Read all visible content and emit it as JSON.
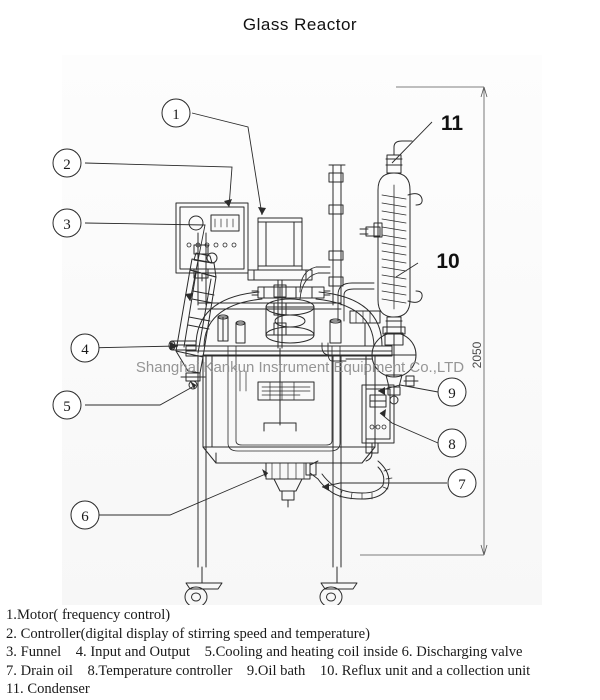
{
  "title": "Glass Reactor",
  "watermark": "Shanghai Kankun Instrument Equipment Co.,LTD",
  "dimension": {
    "height_label": "2050"
  },
  "callouts": [
    {
      "id": "1",
      "label": "1",
      "style": "circled"
    },
    {
      "id": "2",
      "label": "2",
      "style": "circled"
    },
    {
      "id": "3",
      "label": "3",
      "style": "circled"
    },
    {
      "id": "4",
      "label": "4",
      "style": "circled"
    },
    {
      "id": "5",
      "label": "5",
      "style": "circled"
    },
    {
      "id": "6",
      "label": "6",
      "style": "circled"
    },
    {
      "id": "7",
      "label": "7",
      "style": "circled"
    },
    {
      "id": "8",
      "label": "8",
      "style": "circled"
    },
    {
      "id": "9",
      "label": "9",
      "style": "circled"
    },
    {
      "id": "10",
      "label": "10",
      "style": "plain"
    },
    {
      "id": "11",
      "label": "11",
      "style": "plain"
    }
  ],
  "legend": {
    "lines": [
      "1.Motor( frequency control)",
      "2. Controller(digital display of stirring speed and temperature)",
      "3. Funnel    4. Input and Output    5.Cooling and heating coil inside 6. Discharging valve",
      "7. Drain oil    8.Temperature controller    9.Oil bath    10. Reflux unit and a collection unit",
      "11. Condenser"
    ]
  },
  "colors": {
    "ink": "#2b2b2b",
    "panel_bg": "#fbfbfb",
    "watermark": "#8d8d8d",
    "title": "#111111"
  }
}
